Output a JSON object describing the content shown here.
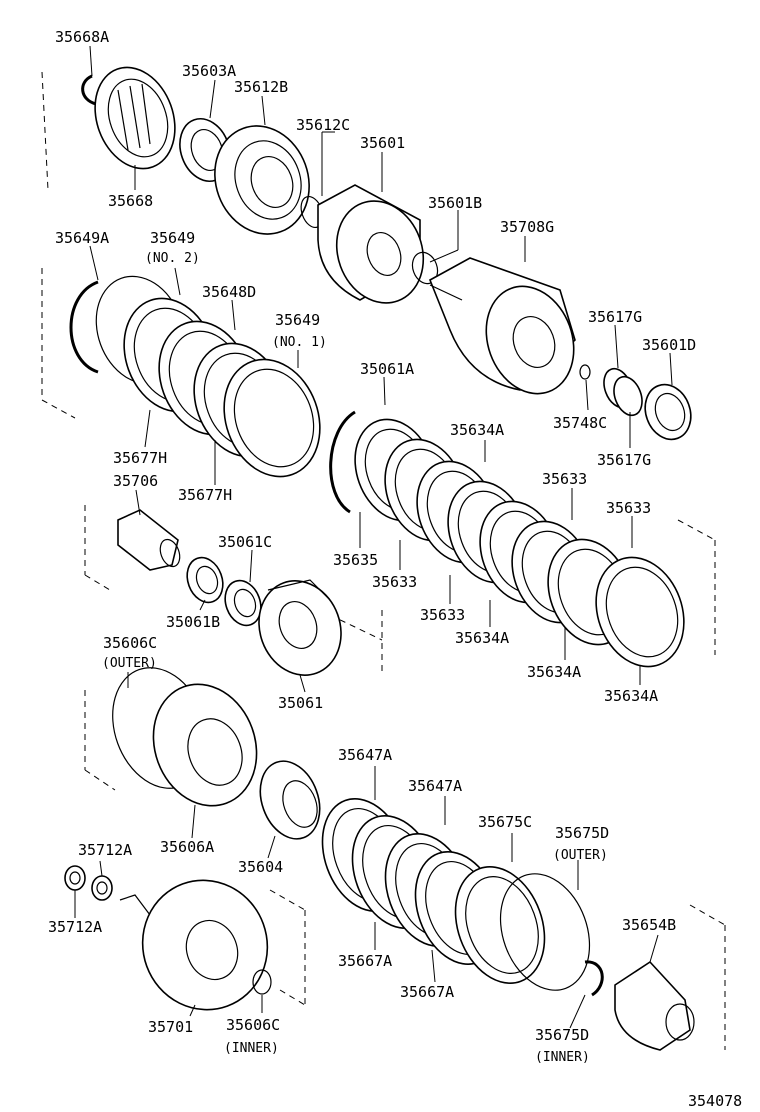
{
  "parts": {
    "p35668A": "35668A",
    "p35603A": "35603A",
    "p35612B": "35612B",
    "p35612C": "35612C",
    "p35601": "35601",
    "p35668": "35668",
    "p35601B": "35601B",
    "p35708G": "35708G",
    "p35649A": "35649A",
    "p35649_no2": "35649",
    "no2": "(NO. 2)",
    "p35648D": "35648D",
    "p35649_no1": "35649",
    "no1": "(NO. 1)",
    "p35617G_top": "35617G",
    "p35601D": "35601D",
    "p35061A": "35061A",
    "p35748C": "35748C",
    "p35634A_top": "35634A",
    "p35617G_bot": "35617G",
    "p35677H_left": "35677H",
    "p35706": "35706",
    "p35677H_right": "35677H",
    "p35633_a": "35633",
    "p35633_b": "35633",
    "p35061C": "35061C",
    "p35635": "35635",
    "p35633_c": "35633",
    "p35633_d": "35633",
    "p35061B": "35061B",
    "p35634A_mid": "35634A",
    "p35606C_outer": "35606C",
    "outer1": "(OUTER)",
    "p35634A_b": "35634A",
    "p35634A_c": "35634A",
    "p35061": "35061",
    "p35647A_a": "35647A",
    "p35647A_b": "35647A",
    "p35606A": "35606A",
    "p35712A_top": "35712A",
    "p35675C": "35675C",
    "p35675D_outer": "35675D",
    "outer2": "(OUTER)",
    "p35604": "35604",
    "p35712A_left": "35712A",
    "p35654B": "35654B",
    "p35667A_a": "35667A",
    "p35667A_b": "35667A",
    "p35701": "35701",
    "p35606C_inner": "35606C",
    "inner1": "(INNER)",
    "p35675D_inner": "35675D",
    "inner2": "(INNER)",
    "diagram_id": "354078"
  }
}
